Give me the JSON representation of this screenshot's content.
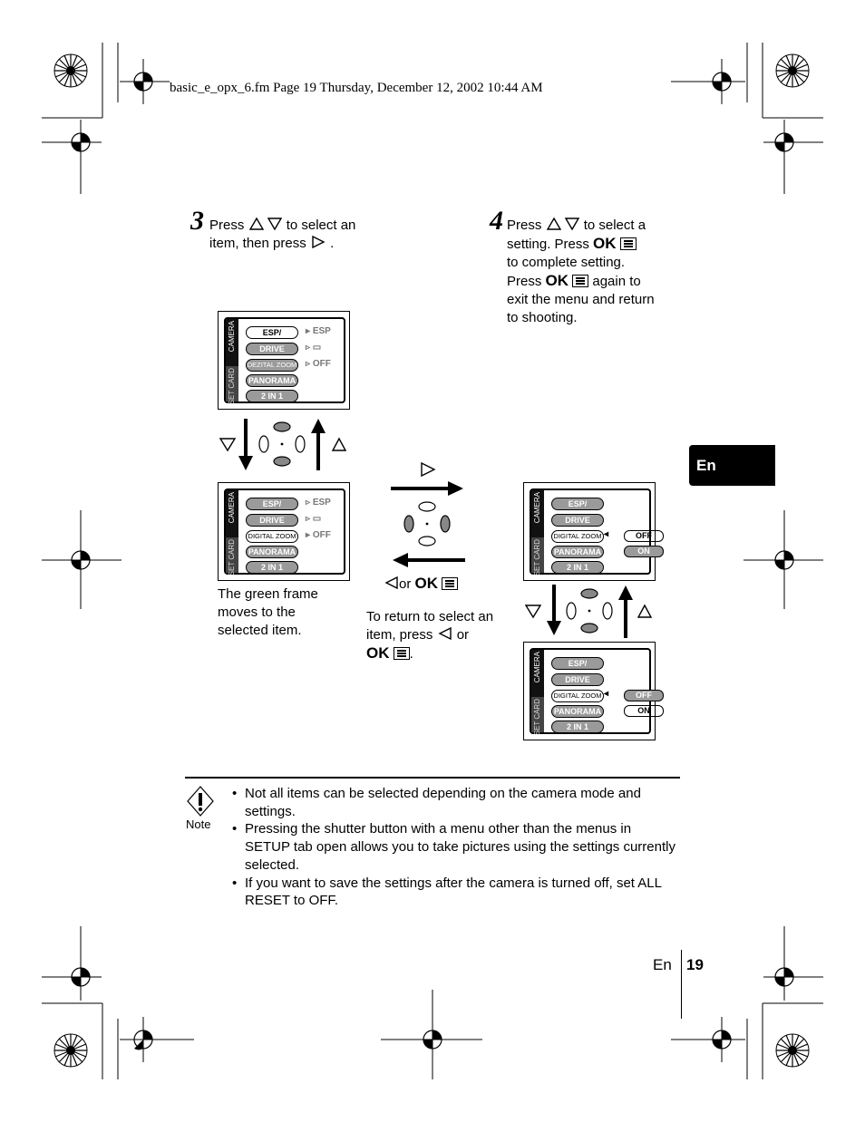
{
  "header": {
    "file_line": "basic_e_opx_6.fm  Page 19  Thursday, December 12, 2002  10:44 AM"
  },
  "step3": {
    "number": "3",
    "text_a": "Press",
    "text_b": "to select an",
    "text_c": "item, then press",
    "text_d": "."
  },
  "step4": {
    "number": "4",
    "line1_a": "Press",
    "line1_b": "to select a",
    "line2_a": "setting. Press",
    "ok": "OK",
    "line3": "to complete setting.",
    "line4_a": "Press",
    "line4_b": "again to",
    "line5": "exit the menu and return",
    "line6": "to shooting."
  },
  "screens": {
    "tab_camera": "CAMERA",
    "tab_setup": "SET CARD",
    "items": [
      "ESP/",
      "DRIVE",
      "DIGITAL ZOOM",
      "PANORAMA",
      "2  IN  1"
    ],
    "item_first_alt": "DEZITAL ZOOM",
    "values": {
      "esp": "ESP",
      "off": "OFF",
      "on": "ON"
    }
  },
  "captions": {
    "green_frame": [
      "The green frame",
      "moves to the",
      "selected item."
    ],
    "return_a": "To return to select an",
    "return_b": "item, press",
    "return_c": "or",
    "return_d": ".",
    "or": "or",
    "ok": "OK"
  },
  "side_tab": {
    "label": "En"
  },
  "note": {
    "label": "Note",
    "items": [
      "Not all items can be selected depending on the camera mode and settings.",
      "Pressing the shutter button with a menu other than the menus in SETUP tab open allows you to take pictures using the settings currently selected.",
      "If you want to save the settings after the camera is turned off, set ALL RESET to OFF."
    ]
  },
  "footer": {
    "lang": "En",
    "page": "19"
  }
}
